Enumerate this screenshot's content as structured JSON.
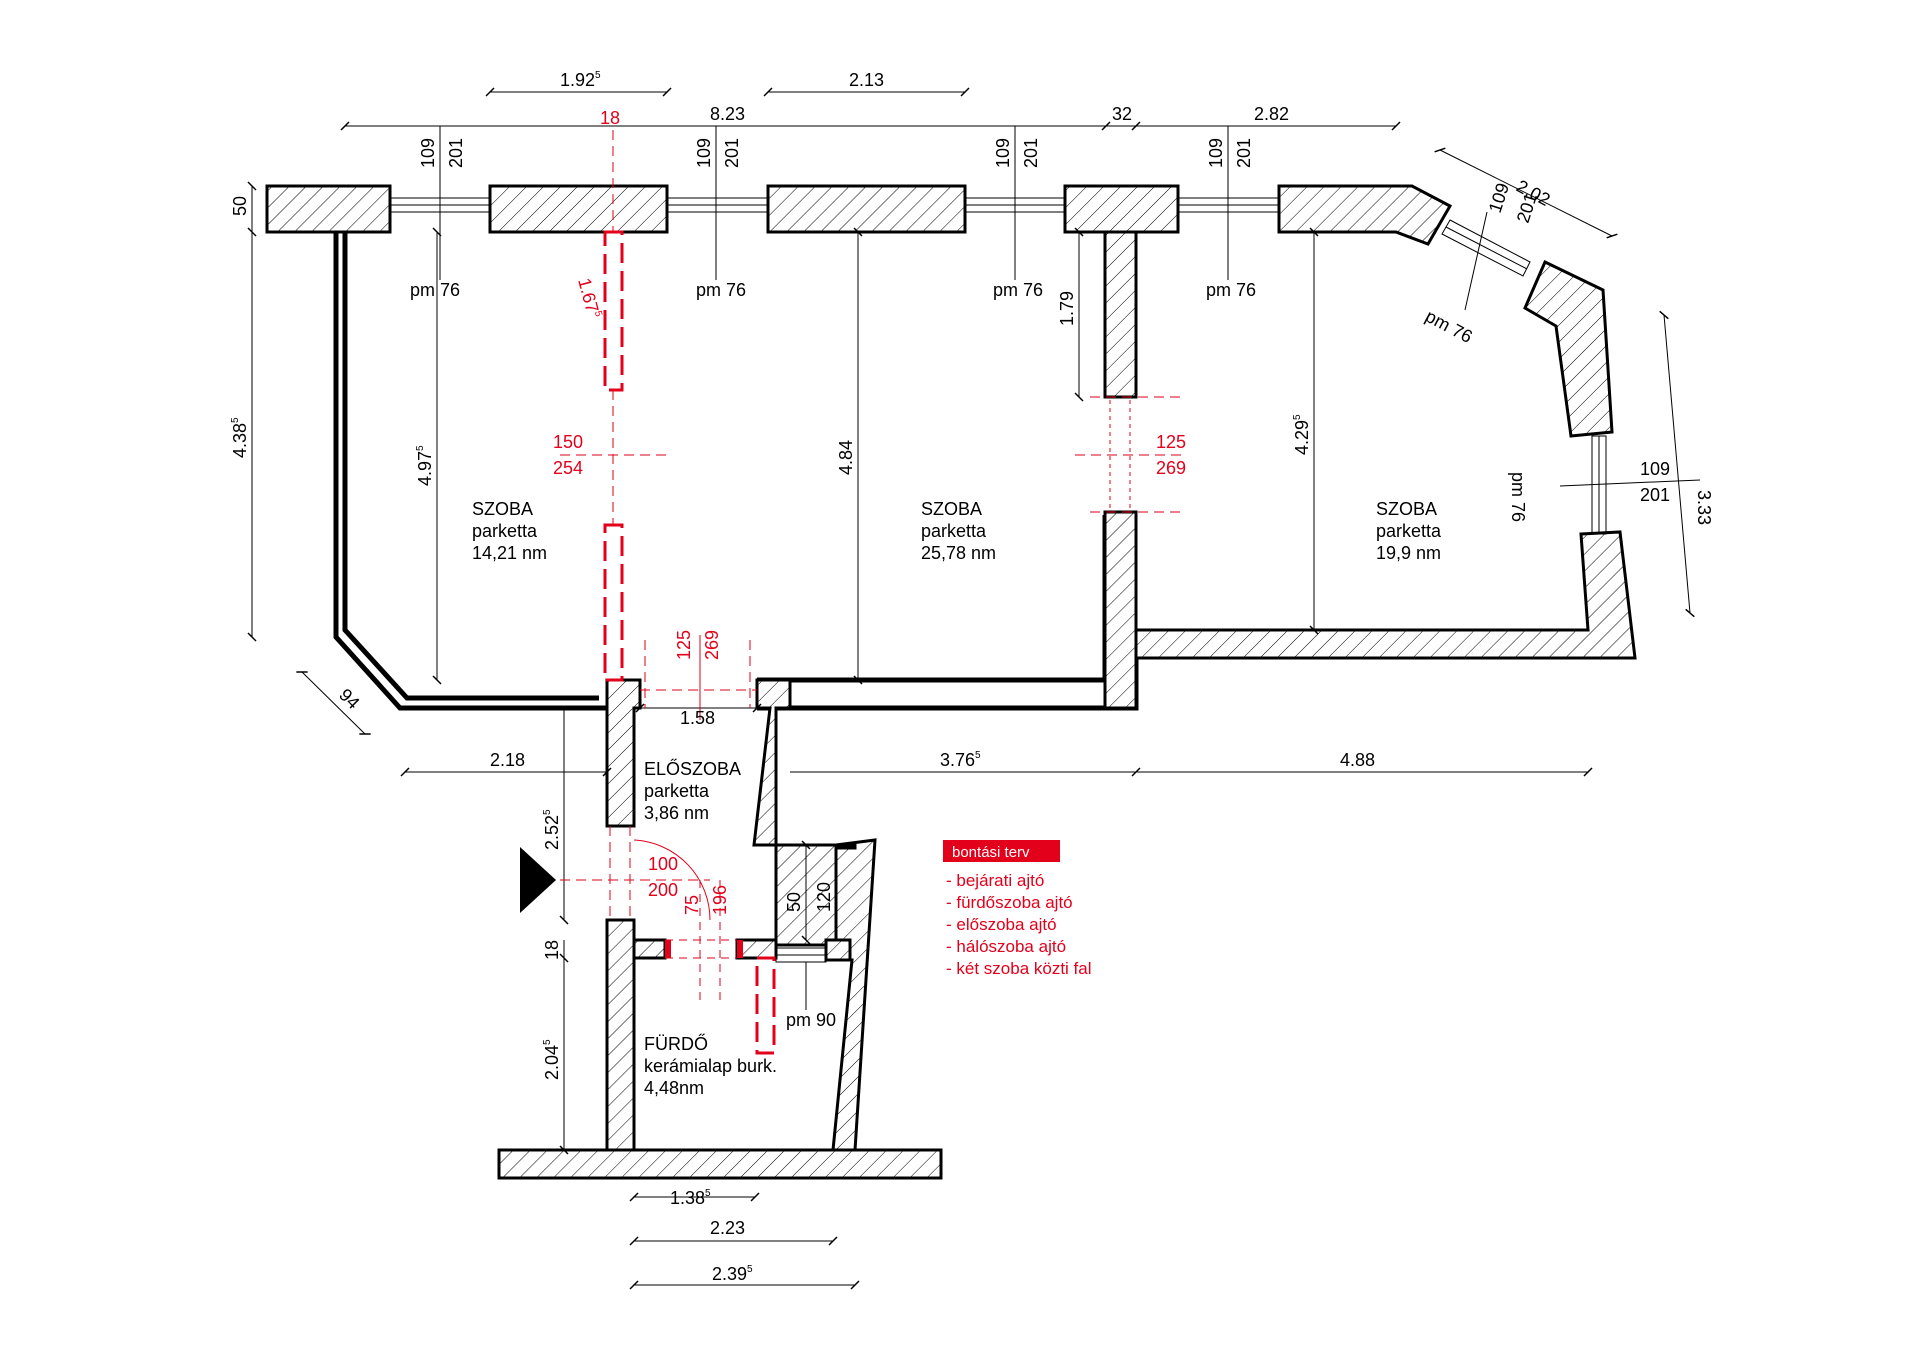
{
  "colors": {
    "demolition": "#e3001b",
    "wall": "#000000",
    "background": "#ffffff"
  },
  "rooms": [
    {
      "name": "SZOBA",
      "floor": "parketta",
      "area": "14,21 nm"
    },
    {
      "name": "SZOBA",
      "floor": "parketta",
      "area": "25,78 nm"
    },
    {
      "name": "SZOBA",
      "floor": "parketta",
      "area": "19,9 nm"
    },
    {
      "name": "ELŐSZOBA",
      "floor": "parketta",
      "area": "3,86 nm"
    },
    {
      "name": "FÜRDŐ",
      "floor": "kerámialap burk.",
      "area": "4,48nm"
    }
  ],
  "dimensions": {
    "top_192": "1.92",
    "top_192_sup": "5",
    "top_213": "2.13",
    "top_823": "8.23",
    "top_32": "32",
    "top_282": "2.82",
    "diag_202": "2.02",
    "left_50": "50",
    "left_438": "4.38",
    "left_438_sup": "5",
    "room1_height": "4.97",
    "room1_height_sup": "5",
    "room2_height": "4.84",
    "room3_height": "4.29",
    "room3_height_sup": "5",
    "wall_179": "1.79",
    "diag_94": "94",
    "right_333": "3.33",
    "hall_width": "1.58",
    "bottom_218": "2.18",
    "bottom_376": "3.76",
    "bottom_376_sup": "5",
    "bottom_488": "4.88",
    "hall_252": "2.52",
    "hall_252_sup": "5",
    "entry_18": "18",
    "bath_204": "2.04",
    "bath_204_sup": "5",
    "bath_138": "1.38",
    "bath_138_sup": "5",
    "bath_223": "2.23",
    "bath_239": "2.39",
    "bath_239_sup": "5",
    "sh_50": "50",
    "sh_120": "120"
  },
  "windows": {
    "w1_top": "109",
    "w1_bot": "201",
    "w2_top": "109",
    "w2_bot": "201",
    "w3_top": "109",
    "w3_bot": "201",
    "w4_top": "109",
    "w4_bot": "201",
    "w5_top": "109",
    "w5_bot": "201",
    "w6_top": "109",
    "w6_bot": "201",
    "sill_1": "pm 76",
    "sill_2": "pm 76",
    "sill_3": "pm 76",
    "sill_4": "pm 76",
    "sill_5": "pm 76",
    "sill_6": "pm 76",
    "sill_bath": "pm 90"
  },
  "demolition_dims": {
    "wall_18": "18",
    "wall_167": "1.67",
    "wall_167_sup": "5",
    "opening_150": "150",
    "opening_254": "254",
    "door_125a": "125",
    "door_269a": "269",
    "door_125b": "125",
    "door_269b": "269",
    "entry_100": "100",
    "entry_200": "200",
    "bath_75": "75",
    "bath_196": "196"
  },
  "legend": {
    "title": "bontási terv",
    "items": [
      "- bejárati ajtó",
      "- fürdőszoba ajtó",
      "- előszoba ajtó",
      "- hálószoba ajtó",
      "- két szoba közti fal"
    ]
  }
}
